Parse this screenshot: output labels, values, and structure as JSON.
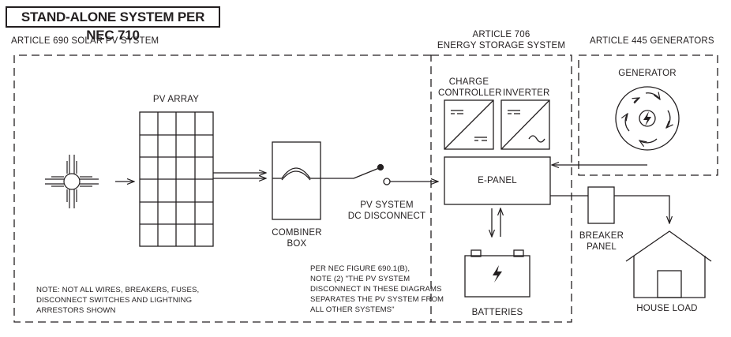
{
  "title": "STAND-ALONE SYSTEM PER NEC 710",
  "sections": {
    "solar_pv": "ARTICLE 690 SOLAR PV SYSTEM",
    "storage_line1": "ARTICLE 706",
    "storage_line2": "ENERGY STORAGE SYSTEM",
    "generators": "ARTICLE 445 GENERATORS"
  },
  "components": {
    "pv_array": "PV ARRAY",
    "combiner_line1": "COMBINER",
    "combiner_line2": "BOX",
    "disconnect_line1": "PV SYSTEM",
    "disconnect_line2": "DC DISCONNECT",
    "charge_line1": "CHARGE",
    "charge_line2": "CONTROLLER",
    "inverter": "INVERTER",
    "e_panel": "E-PANEL",
    "generator": "GENERATOR",
    "batteries": "BATTERIES",
    "breaker_line1": "BREAKER",
    "breaker_line2": "PANEL",
    "house_load": "HOUSE LOAD"
  },
  "notes": {
    "left": [
      "NOTE: NOT ALL WIRES, BREAKERS, FUSES,",
      "DISCONNECT SWITCHES AND LIGHTNING",
      "ARRESTORS SHOWN"
    ],
    "right": [
      "PER NEC FIGURE 690.1(B),",
      "NOTE (2) \"THE PV SYSTEM",
      "DISCONNECT IN THESE DIAGRAMS",
      "SEPARATES THE PV SYSTEM FROM",
      "ALL OTHER SYSTEMS\""
    ]
  },
  "icons": {
    "sun": "sun-icon",
    "generator": "generator-icon",
    "lightning": "lightning-icon",
    "house": "house-icon"
  },
  "colors": {
    "line": "#231f20",
    "background": "#ffffff"
  }
}
